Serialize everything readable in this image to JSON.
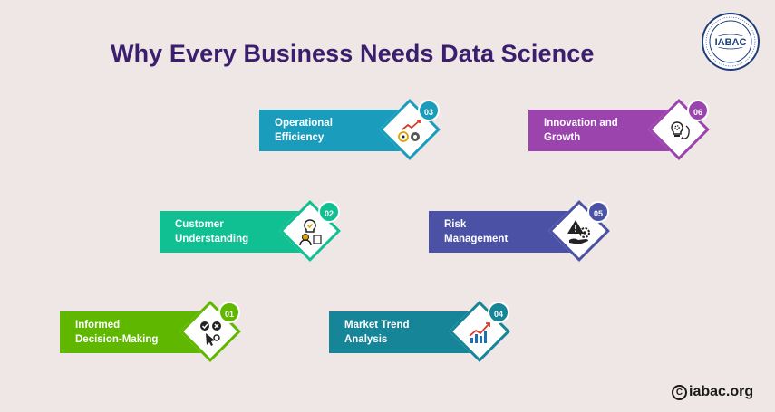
{
  "title": "Why Every Business Needs Data Science",
  "logo": {
    "text": "IABAC",
    "name": "iabac-logo"
  },
  "items": [
    {
      "number": "01",
      "line1": "Informed",
      "line2": "Decision-Making",
      "icon": "decision-icon"
    },
    {
      "number": "02",
      "line1": "Customer",
      "line2": "Understanding",
      "icon": "customer-icon"
    },
    {
      "number": "03",
      "line1": "Operational",
      "line2": "Efficiency",
      "icon": "efficiency-icon"
    },
    {
      "number": "04",
      "line1": "Market Trend",
      "line2": "Analysis",
      "icon": "trend-chart-icon"
    },
    {
      "number": "05",
      "line1": "Risk",
      "line2": "Management",
      "icon": "risk-warning-icon"
    },
    {
      "number": "06",
      "line1": "Innovation and",
      "line2": "Growth",
      "icon": "innovation-bulb-icon"
    }
  ],
  "footer": {
    "symbol": "C",
    "text": "iabac.org"
  }
}
